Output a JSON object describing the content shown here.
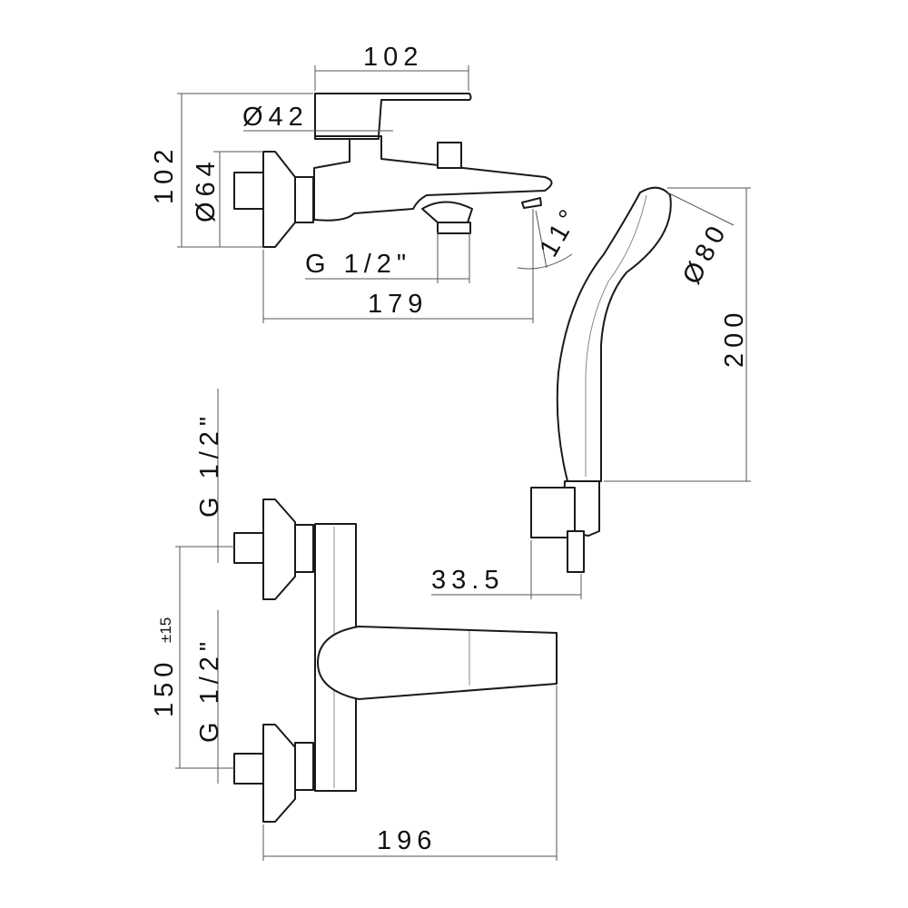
{
  "drawing": {
    "side_view": {
      "width_top": "102",
      "height_left": "102",
      "flange_diameter": "Ø64",
      "body_diameter": "Ø42",
      "outlet_thread": "G 1/2\"",
      "total_length": "179",
      "spout_angle": "11°"
    },
    "hand_shower": {
      "head_diameter": "Ø80",
      "length": "200",
      "holder_offset": "33.5"
    },
    "front_view": {
      "inlet_thread_top": "G 1/2\"",
      "inlet_thread_bottom": "G 1/2\"",
      "center_distance": "150",
      "center_tolerance": "±15",
      "total_width": "196"
    }
  }
}
